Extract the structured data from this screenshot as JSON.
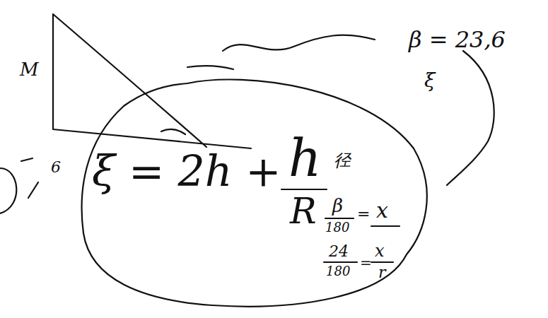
{
  "diagram": {
    "labels": [
      "M",
      "β = 23,6",
      "ξ",
      "ξ = 2h +",
      "h",
      "R",
      "径",
      "β",
      "180",
      "=",
      "x",
      "24",
      "180",
      "=",
      "x",
      "r",
      "6"
    ]
  }
}
